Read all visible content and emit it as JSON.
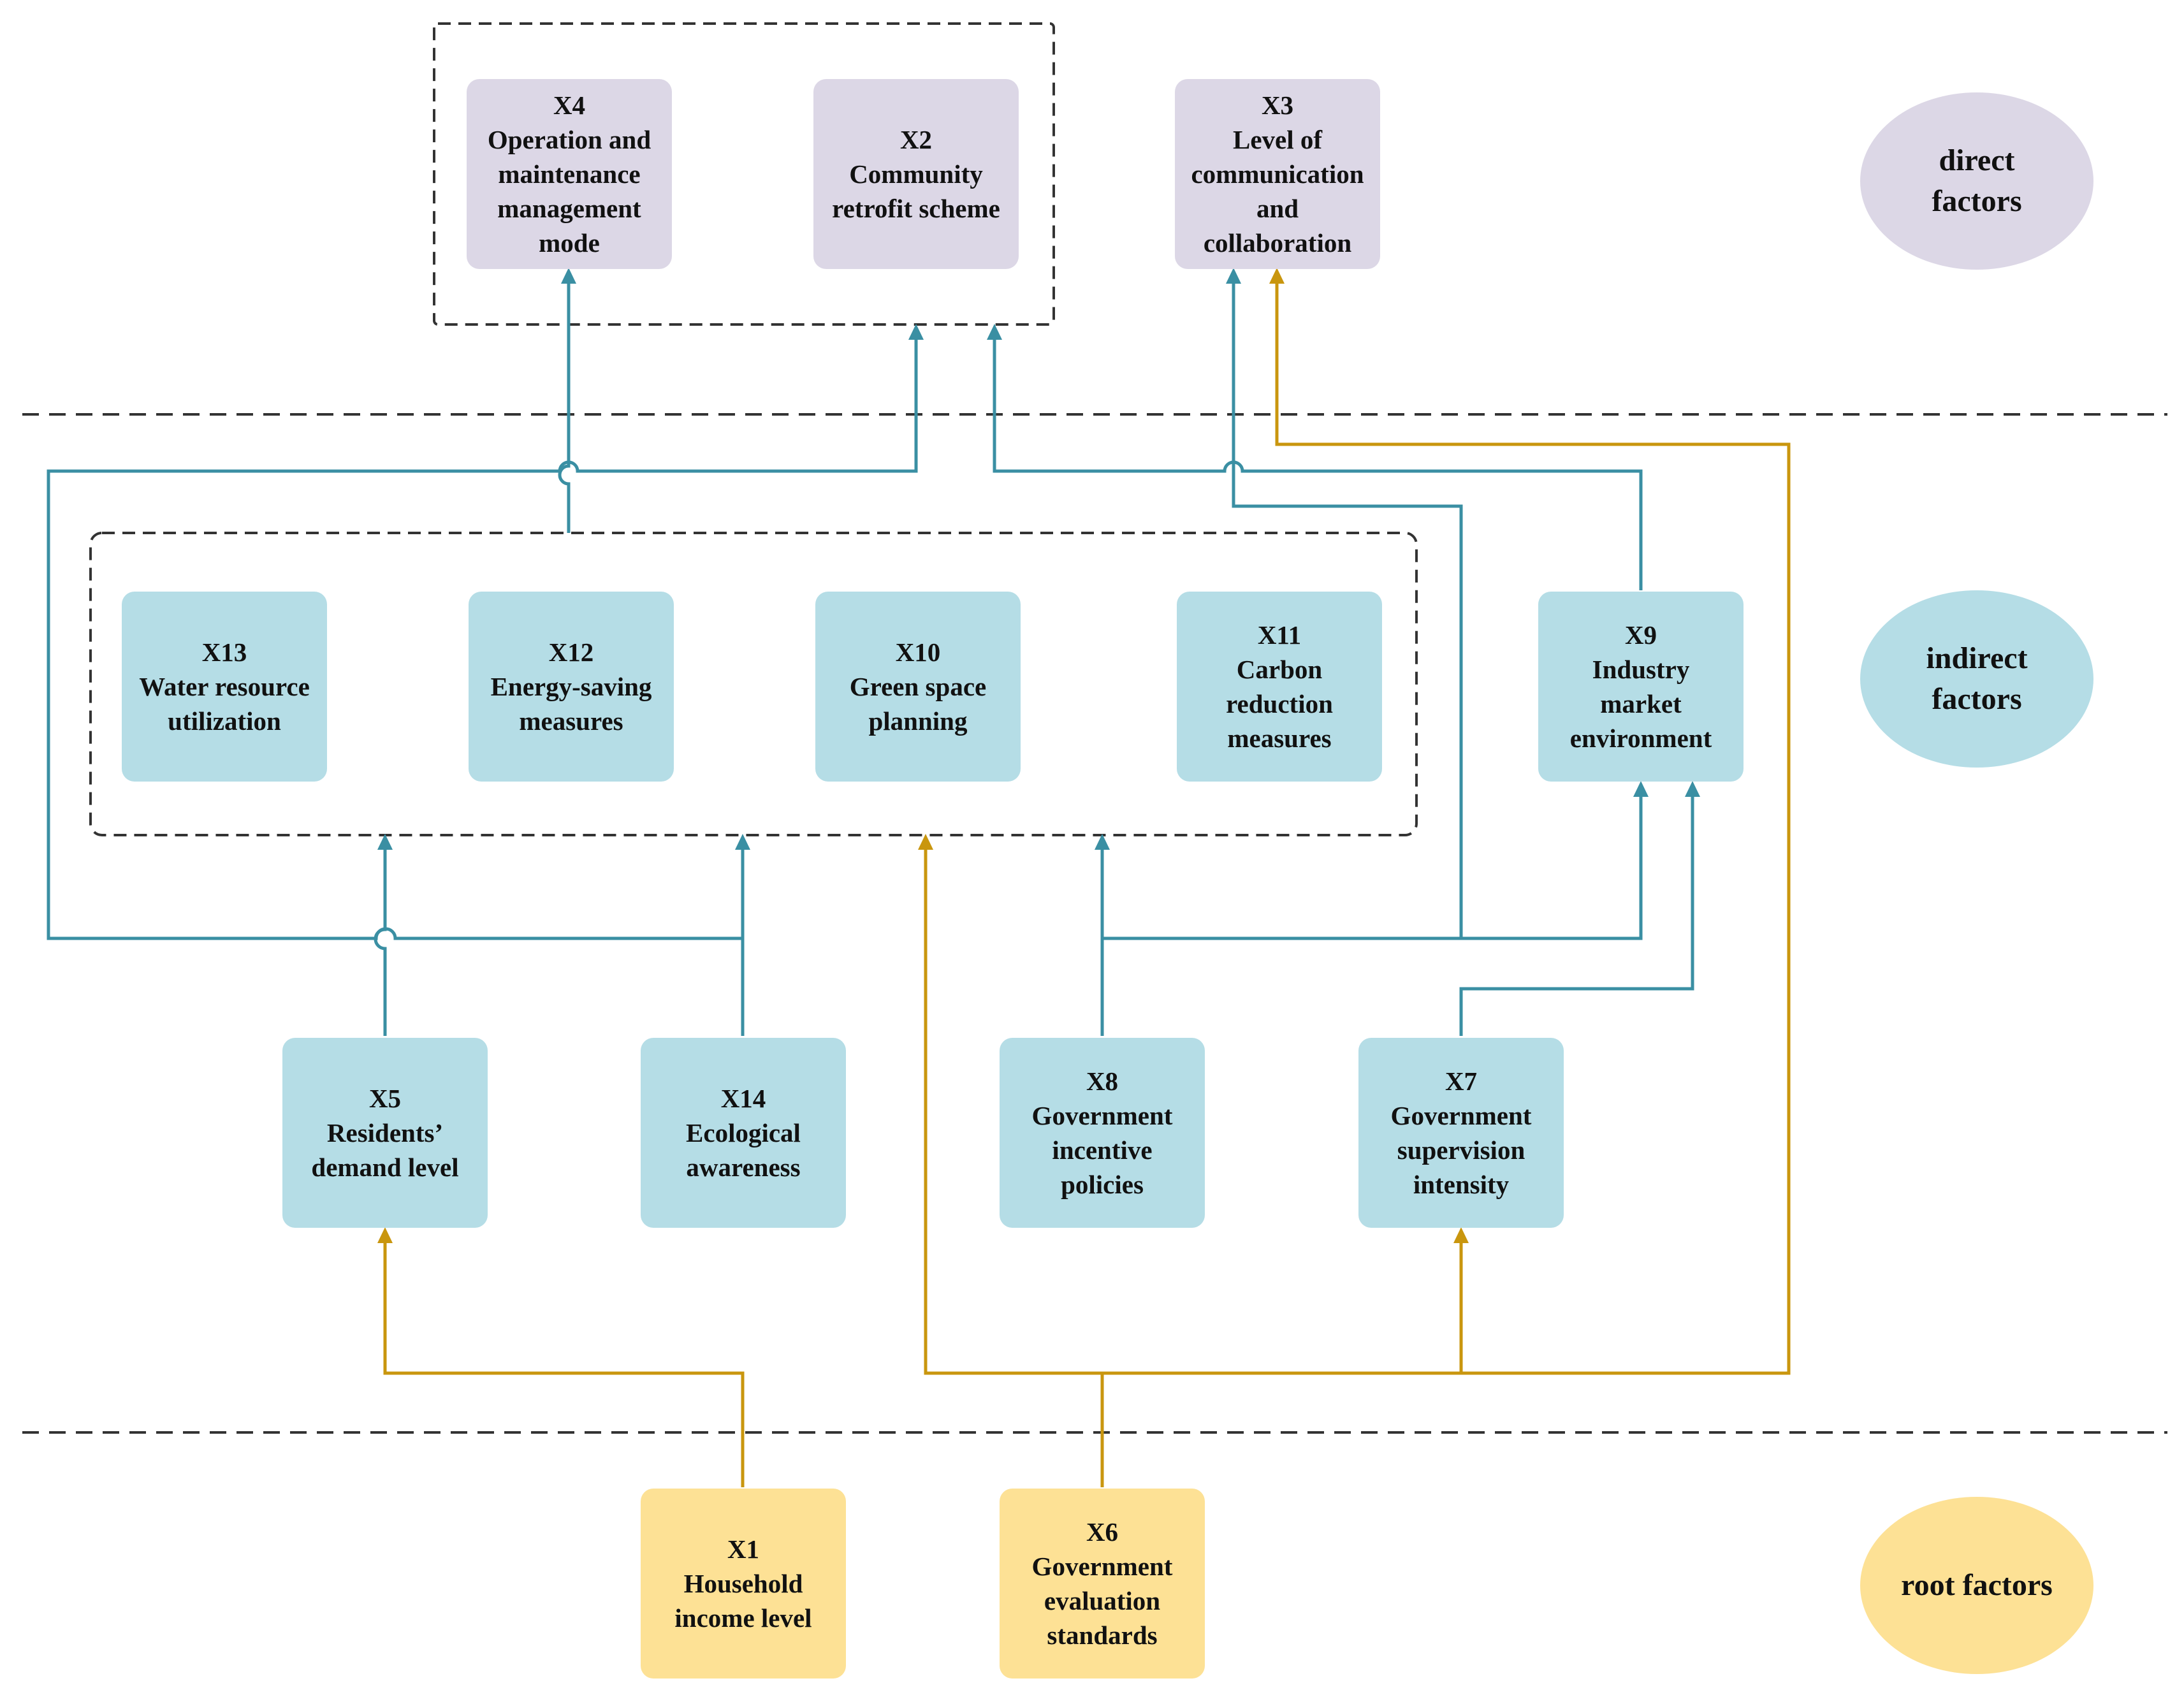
{
  "colors": {
    "teal_line": "#3a8fa3",
    "gold_line": "#c9960e",
    "direct_fill": "#dcd7e6",
    "indirect_fill": "#b5dde6",
    "root_fill": "#fde195",
    "dash": "#333333"
  },
  "levels": {
    "direct": "direct\nfactors",
    "indirect": "indirect\nfactors",
    "root": "root factors"
  },
  "nodes": {
    "x4": {
      "id": "X4",
      "label": "Operation and\nmaintenance\nmanagement\nmode"
    },
    "x2": {
      "id": "X2",
      "label": "Community\nretrofit scheme"
    },
    "x3": {
      "id": "X3",
      "label": "Level of\ncommunication\nand\ncollaboration"
    },
    "x13": {
      "id": "X13",
      "label": "Water resource\nutilization"
    },
    "x12": {
      "id": "X12",
      "label": "Energy-saving\nmeasures"
    },
    "x10": {
      "id": "X10",
      "label": "Green space\nplanning"
    },
    "x11": {
      "id": "X11",
      "label": "Carbon\nreduction\nmeasures"
    },
    "x9": {
      "id": "X9",
      "label": "Industry\nmarket\nenvironment"
    },
    "x5": {
      "id": "X5",
      "label": "Residents’\ndemand level"
    },
    "x14": {
      "id": "X14",
      "label": "Ecological\nawareness"
    },
    "x8": {
      "id": "X8",
      "label": "Government\nincentive\npolicies"
    },
    "x7": {
      "id": "X7",
      "label": "Government\nsupervision\nintensity"
    },
    "x1": {
      "id": "X1",
      "label": "Household\nincome level"
    },
    "x6": {
      "id": "X6",
      "label": "Government\nevaluation\nstandards"
    }
  }
}
